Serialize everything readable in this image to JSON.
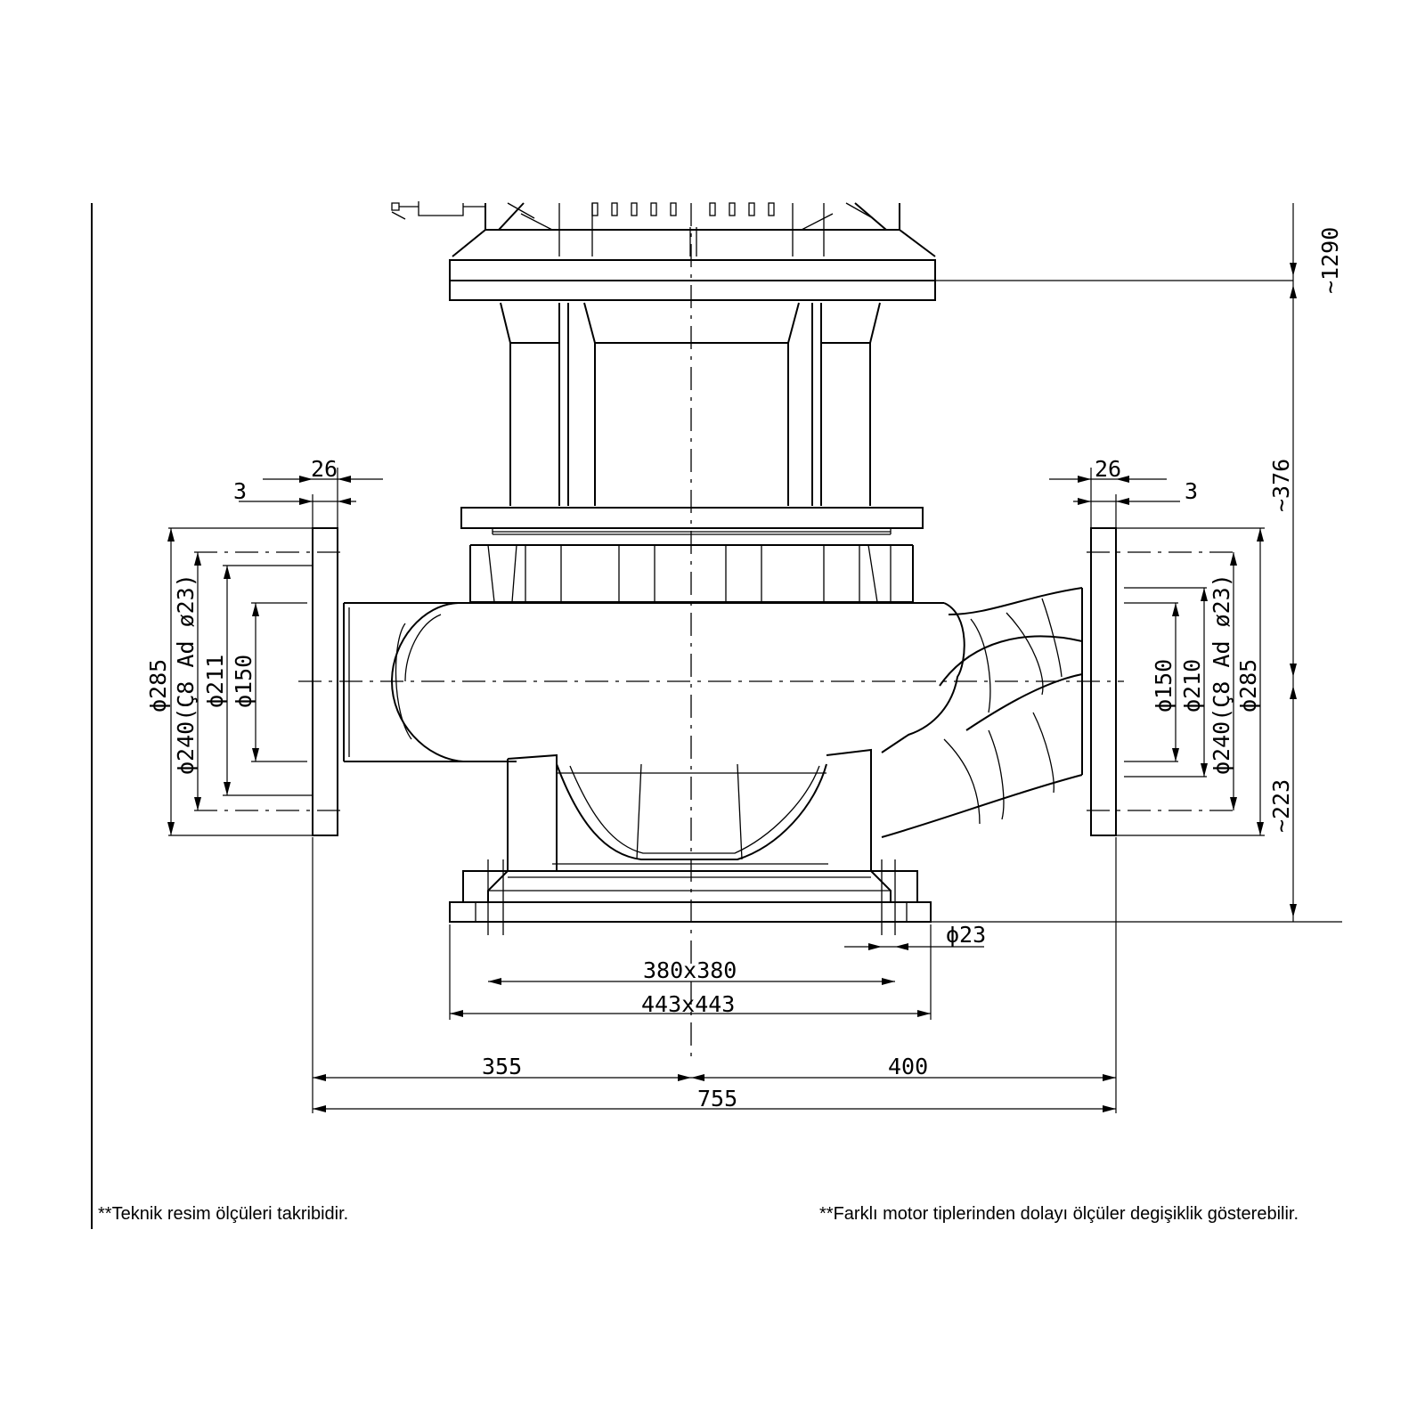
{
  "dimensions": {
    "flange_thk_left": "26",
    "gap_left": "3",
    "flange_thk_right": "26",
    "gap_right": "3",
    "d285_left": "ϕ285",
    "d240_left": "ϕ240(Ç8 Ad ø23)",
    "d211_left": "ϕ211",
    "d150_left": "ϕ150",
    "d150_right": "ϕ150",
    "d210_right": "ϕ210",
    "d240_right": "ϕ240(Ç8 Ad ø23)",
    "d285_right": "ϕ285",
    "h_total": "~1290",
    "h_376": "~376",
    "h_223": "~223",
    "hole_d23": "ϕ23",
    "base_inner": "380x380",
    "base_outer": "443x443",
    "len_355": "355",
    "len_400": "400",
    "len_755": "755"
  },
  "notes": {
    "left": "**Teknik resim ölçüleri takribidir.",
    "right": "**Farklı motor tiplerinden dolayı ölçüler degişiklik gösterebilir."
  }
}
